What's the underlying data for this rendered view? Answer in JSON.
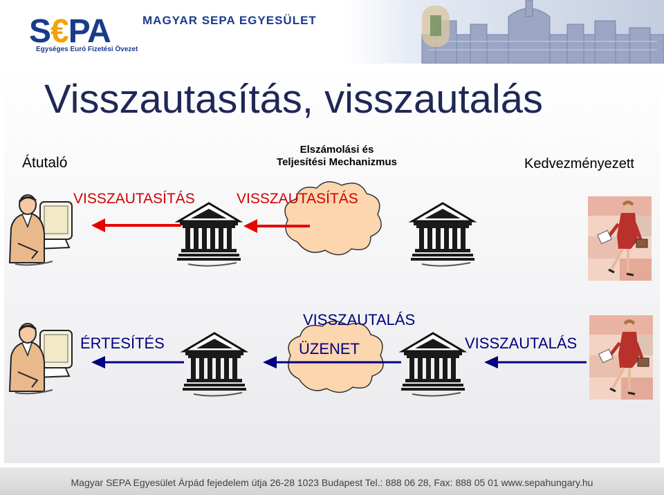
{
  "header": {
    "logo_text": "SEPA",
    "logo_subtitle": "Egységes Euró Fizetési Övezet",
    "org_name": "MAGYAR SEPA EGYESÜLET"
  },
  "slide": {
    "title": "Visszautasítás, visszautalás",
    "label_sender": "Átutaló",
    "label_csm_line1": "Elszámolási és",
    "label_csm_line2": "Teljesítési Mechanizmus",
    "label_beneficiary": "Kedvezményezett",
    "row1": {
      "label_left": "VISSZAUTASÍTÁS",
      "label_mid": "VISSZAUTASÍTÁS"
    },
    "row2": {
      "label_left": "ÉRTESÍTÉS",
      "label_mid_top": "VISSZAUTALÁS",
      "label_mid_cloud": "ÜZENET",
      "label_right": "VISSZAUTALÁS"
    }
  },
  "footer": {
    "text": "Magyar SEPA Egyesület Árpád fejedelem útja 26-28 1023 Budapest Tel.: 888 06 28, Fax: 888 05 01 www.sepahungary.hu"
  },
  "colors": {
    "title": "#1f2856",
    "red_arrow": "#e60000",
    "blue_arrow": "#000080",
    "cloud": "#fbd6ae",
    "logo_blue": "#1a3b8c",
    "logo_euro": "#f5a300"
  },
  "icons": [
    "person-at-computer-icon",
    "bank-building-icon",
    "cloud-icon",
    "walking-woman-icon"
  ]
}
